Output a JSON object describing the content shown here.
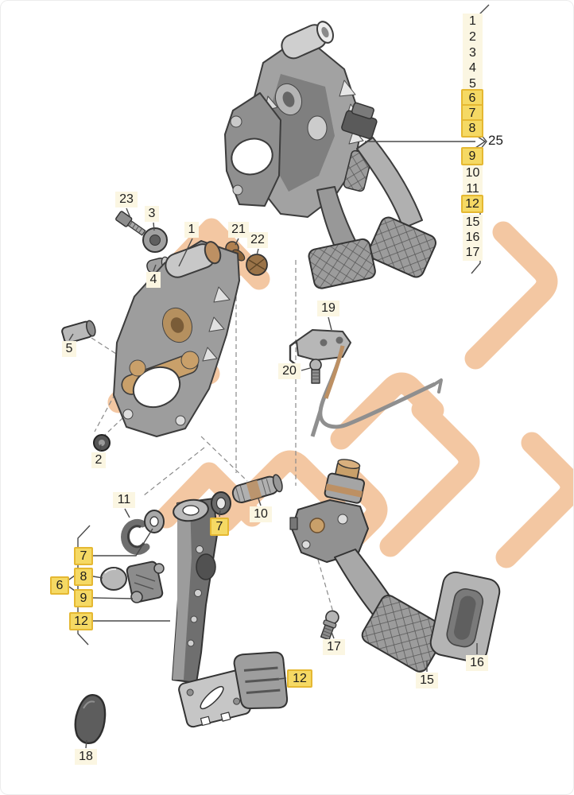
{
  "diagram": {
    "type": "exploded-parts-diagram",
    "subject": "Pedal cluster (brake / clutch / accelerator) exploded parts diagram"
  },
  "colors": {
    "background": "#ffffff",
    "highlight_fill": "#f5d964",
    "highlight_border": "#e5b832",
    "label_bg": "#fbf6e2",
    "line": "#4a4a4a",
    "text": "#1d1d1d",
    "watermark": "#f3c7a2"
  },
  "parts_index": {
    "items": [
      {
        "label": "1",
        "highlighted": false
      },
      {
        "label": "2",
        "highlighted": false
      },
      {
        "label": "3",
        "highlighted": false
      },
      {
        "label": "4",
        "highlighted": false
      },
      {
        "label": "5",
        "highlighted": false
      },
      {
        "label": "6",
        "highlighted": true
      },
      {
        "label": "7",
        "highlighted": true
      },
      {
        "label": "8",
        "highlighted": true
      },
      {
        "label": "9",
        "highlighted": true
      },
      {
        "label": "10",
        "highlighted": false
      },
      {
        "label": "11",
        "highlighted": false
      },
      {
        "label": "12",
        "highlighted": true
      },
      {
        "label": "15",
        "highlighted": false
      },
      {
        "label": "16",
        "highlighted": false
      },
      {
        "label": "17",
        "highlighted": false
      }
    ],
    "assembly_ref": "25"
  },
  "callouts": {
    "c23": {
      "text": "23",
      "highlighted": false
    },
    "c3": {
      "text": "3",
      "highlighted": false
    },
    "c1": {
      "text": "1",
      "highlighted": false
    },
    "c21": {
      "text": "21",
      "highlighted": false
    },
    "c22": {
      "text": "22",
      "highlighted": false
    },
    "c4": {
      "text": "4",
      "highlighted": false
    },
    "c5": {
      "text": "5",
      "highlighted": false
    },
    "c2": {
      "text": "2",
      "highlighted": false
    },
    "c19": {
      "text": "19",
      "highlighted": false
    },
    "c20": {
      "text": "20",
      "highlighted": false
    },
    "c11": {
      "text": "11",
      "highlighted": false
    },
    "c7a": {
      "text": "7",
      "highlighted": true
    },
    "c10": {
      "text": "10",
      "highlighted": false
    },
    "c7b": {
      "text": "7",
      "highlighted": true
    },
    "c8": {
      "text": "8",
      "highlighted": true
    },
    "c6": {
      "text": "6",
      "highlighted": true
    },
    "c9": {
      "text": "9",
      "highlighted": true
    },
    "c12a": {
      "text": "12",
      "highlighted": true
    },
    "c12b": {
      "text": "12",
      "highlighted": true
    },
    "c17": {
      "text": "17",
      "highlighted": false
    },
    "c15": {
      "text": "15",
      "highlighted": false
    },
    "c16": {
      "text": "16",
      "highlighted": false
    },
    "c18": {
      "text": "18",
      "highlighted": false
    }
  }
}
